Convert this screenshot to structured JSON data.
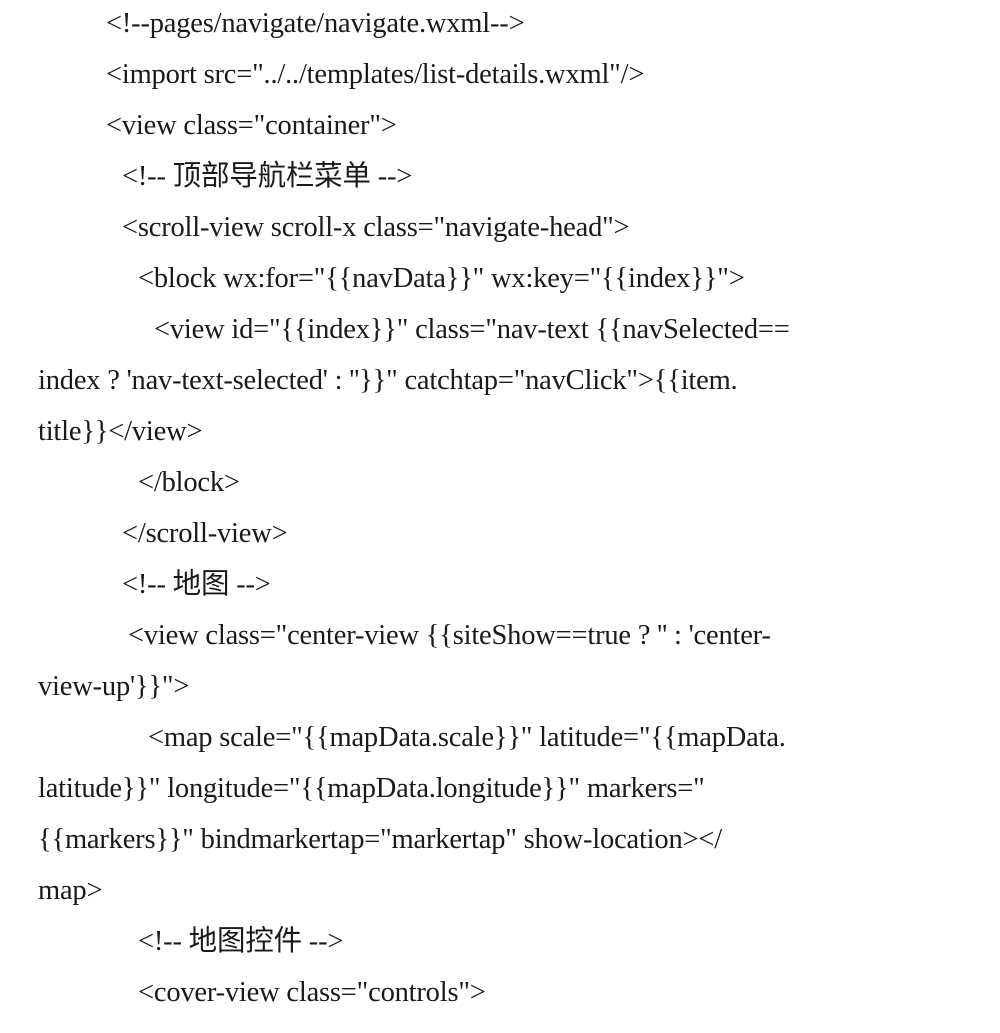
{
  "lines": [
    "<!--pages/navigate/navigate.wxml-->",
    "<import src=\"../../templates/list-details.wxml\"/>",
    "<view class=\"container\">",
    "<!-- 顶部导航栏菜单 -->",
    "<scroll-view scroll-x class=\"navigate-head\">",
    "<block wx:for=\"{{navData}}\" wx:key=\"{{index}}\">",
    "<view id=\"{{index}}\" class=\"nav-text {{navSelected==",
    "index ? 'nav-text-selected' : ''}}\" catchtap=\"navClick\">{{item.",
    "title}}</view>",
    "</block>",
    "</scroll-view>",
    "<!-- 地图 -->",
    "<view class=\"center-view {{siteShow==true ? '' : 'center-",
    "view-up'}}\">",
    "<map scale=\"{{mapData.scale}}\" latitude=\"{{mapData.",
    "latitude}}\" longitude=\"{{mapData.longitude}}\" markers=\"",
    "{{markers}}\" bindmarkertap=\"markertap\" show-location></",
    "map>",
    "<!-- 地图控件 -->",
    "<cover-view class=\"controls\">"
  ]
}
